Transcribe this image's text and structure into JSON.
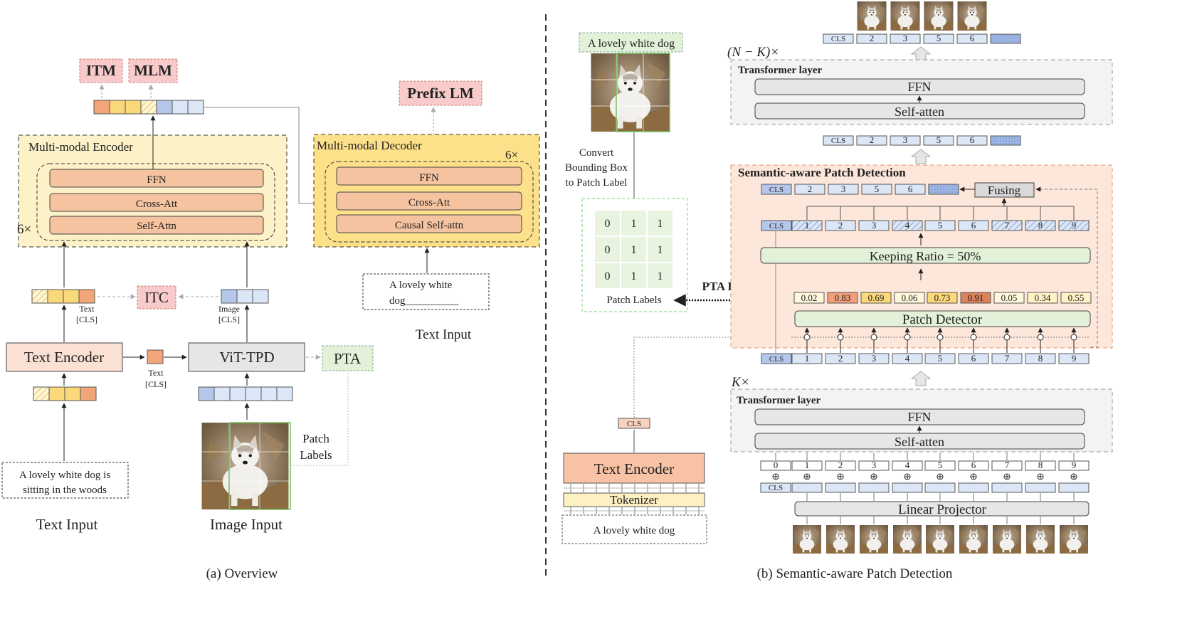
{
  "left": {
    "caption": "(a) Overview",
    "itm": "ITM",
    "mlm": "MLM",
    "itc": "ITC",
    "pta": "PTA",
    "prefix_lm": "Prefix LM",
    "encoder": {
      "title": "Multi-modal Encoder",
      "repeat": "6×",
      "layers": [
        "FFN",
        "Cross-Att",
        "Self-Attn"
      ]
    },
    "decoder": {
      "title": "Multi-modal Decoder",
      "repeat": "6×",
      "layers": [
        "FFN",
        "Cross-Att",
        "Causal Self-attn"
      ]
    },
    "text_encoder": "Text Encoder",
    "vit": "ViT-TPD",
    "text_cls_top": [
      "Text",
      "[CLS]"
    ],
    "image_cls": [
      "Image",
      "[CLS]"
    ],
    "text_cls_mid": [
      "Text",
      "[CLS]"
    ],
    "patch_labels": [
      "Patch",
      "Labels"
    ],
    "text_input_box": [
      "A lovely white dog is",
      "sitting in the woods"
    ],
    "text_input_label": "Text Input",
    "image_input_label": "Image Input",
    "decoder_input_box": [
      "A lovely white",
      "dog__________"
    ],
    "decoder_input_label": "Text Input"
  },
  "right": {
    "caption": "(b) Semantic-aware Patch Detection",
    "caption_box": "A lovely white dog",
    "convert_text": [
      "Convert",
      "Bounding Box",
      "to Patch Label"
    ],
    "patch_labels_grid": [
      [
        "0",
        "1",
        "1"
      ],
      [
        "0",
        "1",
        "1"
      ],
      [
        "0",
        "1",
        "1"
      ]
    ],
    "patch_labels_title": "Patch Labels",
    "pta_loss": "PTA Loss",
    "cls": "CLS",
    "text_encoder": "Text Encoder",
    "tokenizer": "Tokenizer",
    "text_input": "A lovely white dog",
    "top_repeat": "(N − K)×",
    "k_repeat": "K×",
    "transformer_title": "Transformer layer",
    "ffn": "FFN",
    "self_atten": "Self-atten",
    "spd_title": "Semantic-aware Patch Detection",
    "fusing": "Fusing",
    "keeping_ratio": "Keeping Ratio = 50%",
    "patch_detector": "Patch Detector",
    "linear_projector": "Linear Projector",
    "scores": [
      "0.02",
      "0.83",
      "0.69",
      "0.06",
      "0.73",
      "0.91",
      "0.05",
      "0.34",
      "0.55"
    ],
    "score_colors": [
      "#fff8dc",
      "#f3a07a",
      "#fbd87a",
      "#fff8dc",
      "#fbd87a",
      "#d9825c",
      "#fff8dc",
      "#fff2c6",
      "#fff2c6"
    ],
    "pos_ids": [
      "0",
      "1",
      "2",
      "3",
      "4",
      "5",
      "6",
      "7",
      "8",
      "9"
    ],
    "all_tokens": [
      "1",
      "2",
      "3",
      "4",
      "5",
      "6",
      "7",
      "8",
      "9"
    ],
    "kept_tokens": [
      "2",
      "3",
      "5",
      "6"
    ],
    "dropped_tokens": [
      "1",
      "4",
      "7",
      "8",
      "9"
    ]
  }
}
